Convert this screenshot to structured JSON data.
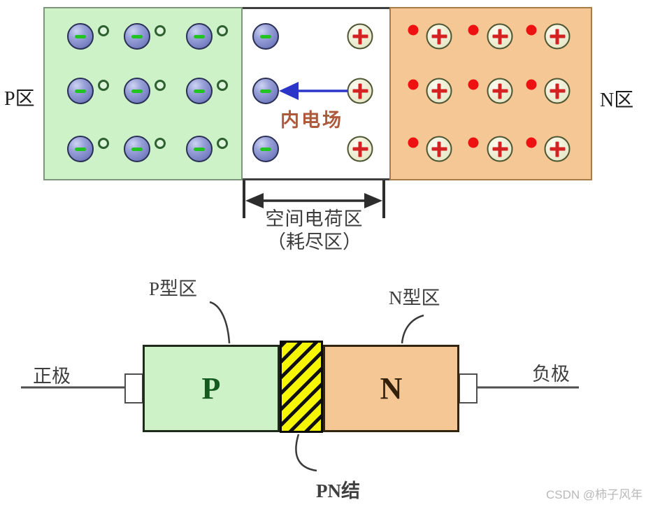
{
  "top_diagram": {
    "p_region_label": "P区",
    "n_region_label": "N区",
    "field_arrow_label": "内电场",
    "depletion_caption_line1": "空间电荷区",
    "depletion_caption_line2": "（耗尽区）",
    "p_region": {
      "ion_rows": 3,
      "ion_cols": 3,
      "ion_sign": "-",
      "mobile_carrier": "hole"
    },
    "depletion": {
      "negative_ion_rows": 3,
      "positive_ion_rows": 3
    },
    "n_region": {
      "ion_rows": 3,
      "ion_cols": 3,
      "ion_sign": "+",
      "mobile_carrier": "electron"
    }
  },
  "bottom_diagram": {
    "p_type_label": "P型区",
    "n_type_label": "N型区",
    "junction_label": "PN结",
    "anode_label": "正极",
    "cathode_label": "负极",
    "p_box_label": "P",
    "n_box_label": "N"
  },
  "watermark": "CSDN @柿子风年",
  "colors": {
    "p_region_fill": "#cdf2c8",
    "n_region_fill": "#f5c795",
    "junction_fill": "#f6f600",
    "field_arrow": "#2b35c8",
    "field_label": "#ad5a3c",
    "negative_ion_fill": "#7b84c4",
    "negative_ion_sign": "#21c421",
    "positive_ion_fill": "#e9e9cc",
    "positive_ion_sign": "#d42222",
    "electron_dot": "#ee1111",
    "hole_ring": "#2f6030",
    "wire": "#4f4f4f",
    "bracket": "#2d2d2d"
  }
}
